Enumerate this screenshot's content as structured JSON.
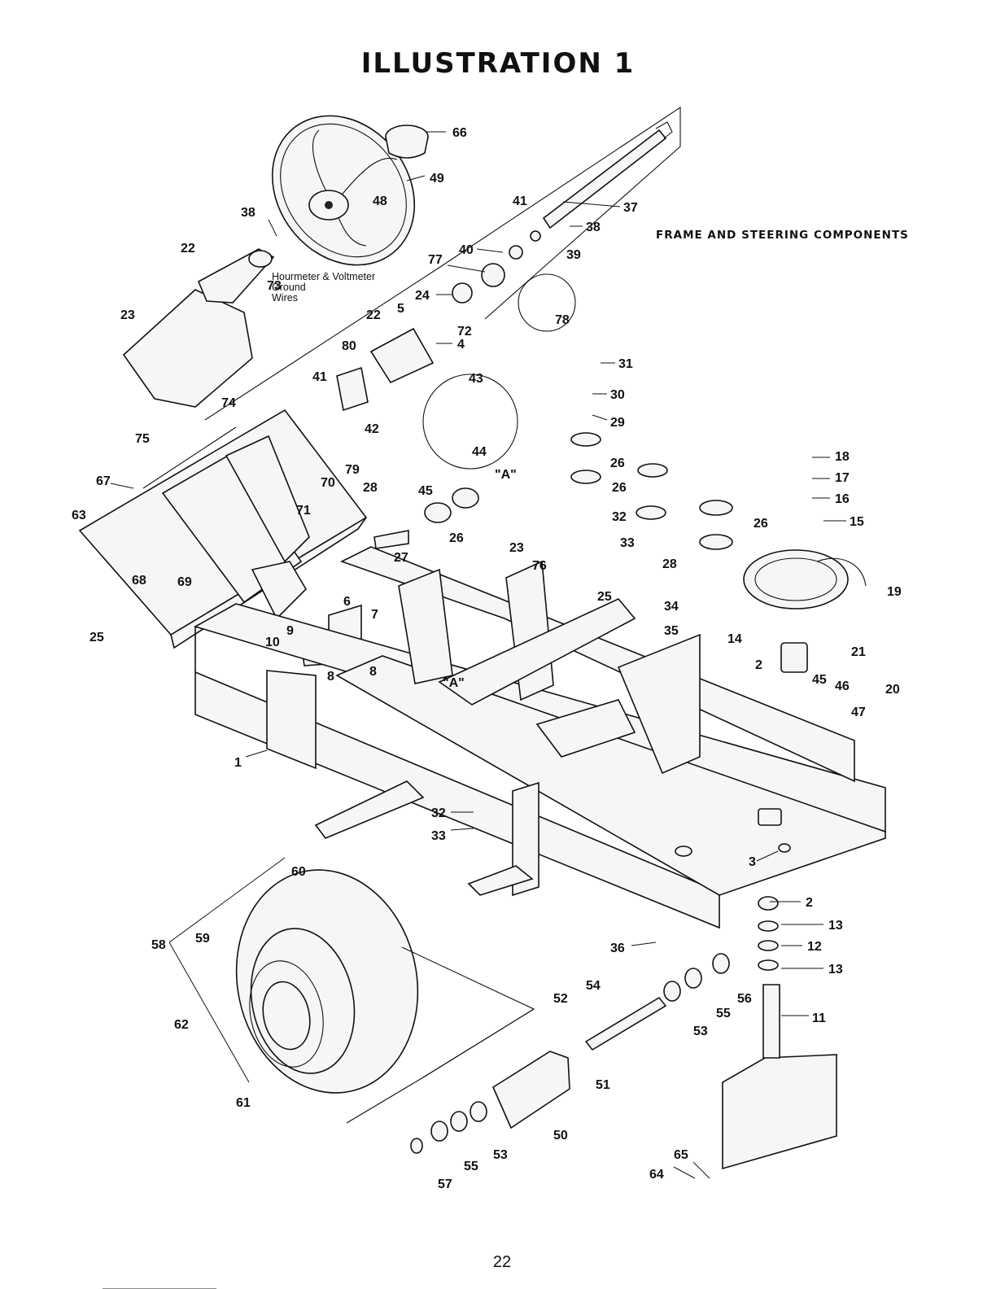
{
  "title": "ILLUSTRATION 1",
  "subtitle": "FRAME AND STEERING COMPONENTS",
  "note_lines": [
    "Hourmeter & Voltmeter",
    "Ground",
    "Wires"
  ],
  "section_marker": "\"A\"",
  "page_number": "22",
  "callouts": [
    "66",
    "49",
    "48",
    "38",
    "37",
    "41",
    "38",
    "39",
    "40",
    "77",
    "73",
    "22",
    "5",
    "24",
    "72",
    "78",
    "4",
    "22",
    "23",
    "80",
    "41",
    "74",
    "75",
    "43",
    "42",
    "44",
    "31",
    "30",
    "29",
    "26",
    "26",
    "18",
    "17",
    "16",
    "15",
    "26",
    "67",
    "79",
    "70",
    "71",
    "63",
    "28",
    "45",
    "23",
    "32",
    "33",
    "27",
    "26",
    "76",
    "28",
    "25",
    "68",
    "69",
    "25",
    "6",
    "7",
    "19",
    "9",
    "34",
    "35",
    "14",
    "10",
    "8",
    "8",
    "21",
    "2",
    "45",
    "46",
    "20",
    "47",
    "1",
    "32",
    "33",
    "3",
    "60",
    "2",
    "13",
    "12",
    "13",
    "36",
    "58",
    "59",
    "54",
    "52",
    "56",
    "55",
    "53",
    "11",
    "62",
    "51",
    "61",
    "50",
    "53",
    "55",
    "57",
    "65",
    "64"
  ]
}
